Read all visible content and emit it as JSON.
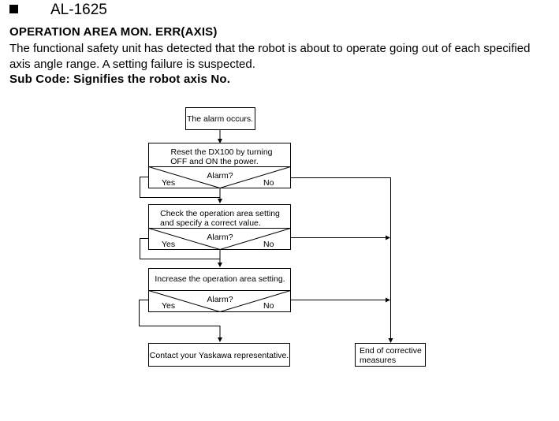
{
  "header": {
    "code": "AL-1625",
    "title": "OPERATION AREA MON. ERR(AXIS)",
    "description": "The functional safety unit has detected that the robot is about to operate going out of each specified axis angle range. A setting failure is suspected.",
    "subcode": "Sub Code: Signifies the robot axis No."
  },
  "flowchart": {
    "start": "The alarm occurs.",
    "steps": [
      {
        "action": [
          "Reset the DX100 by turning",
          "OFF and ON the power."
        ],
        "question": "Alarm?",
        "yes": "Yes",
        "no": "No"
      },
      {
        "action": [
          "Check the operation area setting",
          "and specify a correct value."
        ],
        "question": "Alarm?",
        "yes": "Yes",
        "no": "No"
      },
      {
        "action": [
          "Increase the operation area setting."
        ],
        "question": "Alarm?",
        "yes": "Yes",
        "no": "No"
      }
    ],
    "contact": "Contact your Yaskawa representative.",
    "end": [
      "End of corrective",
      "measures"
    ]
  }
}
